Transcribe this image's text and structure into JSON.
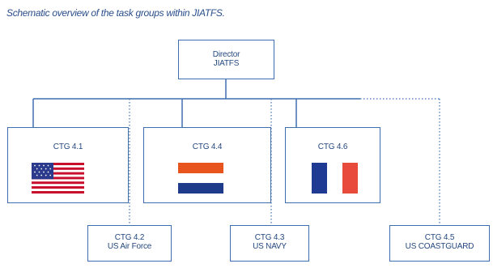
{
  "title": "Schematic overview of the task groups within JIATFS.",
  "director": {
    "line1": "Director",
    "line2": "JIATFS"
  },
  "task_groups_main": [
    {
      "label": "CTG 4.1",
      "flag": "usa-flag-icon"
    },
    {
      "label": "CTG 4.4",
      "flag": "netherlands-flag-icon"
    },
    {
      "label": "CTG 4.6",
      "flag": "france-flag-icon"
    }
  ],
  "task_groups_sub": [
    {
      "line1": "CTG 4.2",
      "line2": "US Air Force"
    },
    {
      "line1": "CTG 4.3",
      "line2": "US NAVY"
    },
    {
      "line1": "CTG 4.5",
      "line2": "US COASTGUARD"
    }
  ],
  "colors": {
    "line": "#3d6fb0",
    "text": "#24487f",
    "usa_red": "#c8102e",
    "usa_blue": "#2b3a8c",
    "nl_red": "#e8541e",
    "nl_blue": "#1e3a8a",
    "fr_blue": "#1f3a93",
    "fr_red": "#e84a3c"
  }
}
